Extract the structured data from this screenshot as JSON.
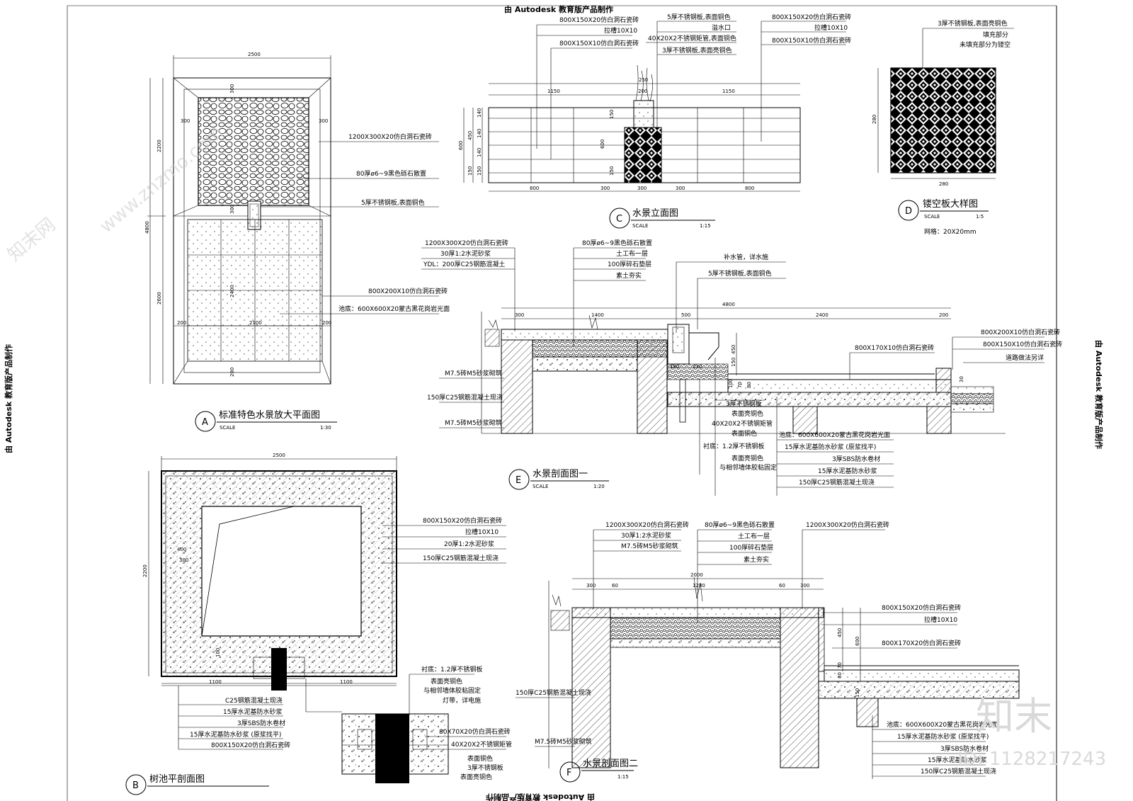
{
  "banner": {
    "top": "由 Autodesk 教育版产品制作",
    "side_left": "由 Autodesk 教育版产品制作",
    "side_right": "由 Autodesk 教育版产品制作",
    "bottom_mirror": "由 Autodesk 教育版产品制作"
  },
  "scale_word": "SCALE",
  "drawingA": {
    "badge": "A",
    "title": "标准特色水景放大平面图",
    "scale": "1:30",
    "dims": {
      "w": "2500",
      "h_total": "4800",
      "h_top": "2200",
      "h_bot": "2600",
      "d300a": "300",
      "d300b": "300",
      "d300c": "300",
      "d300d": "300",
      "d2400": "2400",
      "d200a": "200",
      "d2100": "2100",
      "d200b": "200",
      "d200c": "200"
    },
    "labels": [
      "1200X300X20仿白洞石瓷砖",
      "80厚ø6~9黑色砾石散置",
      "5厚不锈钢板,表面铜色",
      "800X200X10仿白洞石瓷砖",
      "池底：600X600X20蒙古黑花岗岩光面"
    ]
  },
  "drawingB": {
    "badge": "B",
    "title": "树池平剖面图",
    "dims": {
      "w": "2500",
      "h": "2200",
      "d400": "400",
      "d300": "300",
      "d1100a": "1100",
      "d1100b": "1100",
      "d100": "100"
    },
    "labels_right": [
      "800X150X20仿白洞石瓷砖",
      "拉槽10X10",
      "20厚1:2水泥砂浆",
      "150厚C25钢筋混凝土现浇"
    ],
    "labels_bottom": [
      "C25钢筋混凝土现浇",
      "15厚水泥基防水砂浆",
      "3厚SBS防水卷材",
      "15厚水泥基防水砂浆 (原浆找平)",
      "800X150X20仿白洞石瓷砖"
    ],
    "labels_detail": [
      "衬底：1.2厚不锈钢板",
      "表面亮铜色",
      "与相邻墙体胶粘固定",
      "灯带，详电施",
      "80X70X20仿白洞石瓷砖",
      "40X20X2不锈钢矩管",
      "表面铜色",
      "3厚不锈钢板",
      "表面亮铜色"
    ]
  },
  "drawingC": {
    "badge": "C",
    "title": "水景立面图",
    "scale": "1:15",
    "labels_left": [
      "800X150X20仿白洞石瓷砖",
      "拉槽10X10",
      "800X150X10仿白洞石瓷砖"
    ],
    "labels_mid": [
      "5厚不锈钢板,表面铜色",
      "溢水口",
      "40X20X2不锈钢矩管,表面铜色",
      "3厚不锈钢板,表面亮铜色"
    ],
    "labels_right": [
      "800X150X20仿白洞石瓷砖",
      "拉槽10X10",
      "800X150X10仿白洞石瓷砖"
    ],
    "dims": {
      "d1150a": "1150",
      "d200": "200",
      "d1150b": "1150",
      "d800a": "800",
      "d300a": "300",
      "d300b": "300",
      "d300c": "300",
      "d800b": "800",
      "d600": "600",
      "d450": "450",
      "d150a": "150",
      "d140a": "140",
      "d140b": "140",
      "d140c": "140",
      "d150b": "150",
      "d600b": "600",
      "d150c": "150",
      "d150d": "150",
      "d250": "250"
    }
  },
  "drawingD": {
    "badge": "D",
    "title": "镂空板大样图",
    "scale": "1:5",
    "note": "网格：20X20mm",
    "labels": [
      "3厚不锈钢板,表面亮铜色",
      "填充部分",
      "未填充部分为镂空"
    ],
    "dims": {
      "w": "280",
      "h": "280"
    }
  },
  "drawingE": {
    "badge": "E",
    "title": "水景剖面图一",
    "scale": "1:20",
    "labels_top_left": [
      "1200X300X20仿白洞石瓷砖",
      "30厚1:2水泥砂浆",
      "YDL：200厚C25钢筋混凝土"
    ],
    "labels_top_mid": [
      "80厚ø6~9黑色砾石散置",
      "土工布一层",
      "100厚碎石垫层",
      "素土夯实"
    ],
    "labels_top_right": [
      "补水管，详水施",
      "5厚不锈钢板,表面铜色"
    ],
    "labels_right": [
      "800X200X10仿白洞石瓷砖",
      "800X150X10仿白洞石瓷砖",
      "道路做法另详"
    ],
    "label_mid": "800X170X10仿白洞石瓷砖",
    "labels_left": [
      "M7.5砖M5砂浆砌筑",
      "150厚C25钢筋混凝土现浇",
      "M7.5砖M5砂浆砌筑"
    ],
    "labels_bottom_mid": [
      "3厚不锈钢板",
      "表面亮铜色",
      "40X20X2不锈钢矩管",
      "表面铜色",
      "衬底：1.2厚不锈钢板",
      "表面亮铜色",
      "与相邻墙体胶粘固定"
    ],
    "labels_bottom_right": [
      "池底：600X600X20蒙古黑花岗岩光面",
      "15厚水泥基防水砂浆 (原浆找平)",
      "3厚SBS防水卷材",
      "15厚水泥基防水砂浆",
      "150厚C25钢筋混凝土现浇"
    ],
    "dims": {
      "d4800": "4800",
      "d300": "300",
      "d1400": "1400",
      "d500": "500",
      "d2400": "2400",
      "d200": "200",
      "d450": "450",
      "d150": "150",
      "d230": "230",
      "d180": "180",
      "d100": "100",
      "d70": "70",
      "d80": "80",
      "d30": "30"
    }
  },
  "drawingF": {
    "badge": "F",
    "title": "水景剖面图二",
    "scale": "1:15",
    "labels_top_left": [
      "1200X300X20仿白洞石瓷砖",
      "30厚1:2水泥砂浆",
      "M7.5砖M5砂浆砌筑"
    ],
    "labels_top_mid": [
      "80厚ø6~9黑色砾石散置",
      "土工布一层",
      "100厚碎石垫层",
      "素土夯实"
    ],
    "label_top_right": "1200X300X20仿白洞石瓷砖",
    "labels_right": [
      "800X150X20仿白洞石瓷砖",
      "拉槽10X10",
      "800X170X20仿白洞石瓷砖"
    ],
    "labels_left": [
      "150厚C25钢筋混凝土现浇",
      "M7.5砖M5砂浆砌筑"
    ],
    "labels_bottom_right": [
      "池底：600X600X20蒙古黑花岗岩光面",
      "15厚水泥基防水砂浆 (原浆找平)",
      "3厚SBS防水卷材",
      "15厚水泥基防水砂浆",
      "150厚C25钢筋混凝土现浇"
    ],
    "dims": {
      "d2000": "2000",
      "d300a": "300",
      "d60a": "60",
      "d1280": "1280",
      "d60b": "60",
      "d300b": "300",
      "d450": "450",
      "d600": "600",
      "d80": "80",
      "d70": "70",
      "d150": "150"
    }
  },
  "watermark": {
    "brand": "知末",
    "id": "ID: 1128217243",
    "site": "www.znzmo.com",
    "site_cn": "知末网"
  }
}
